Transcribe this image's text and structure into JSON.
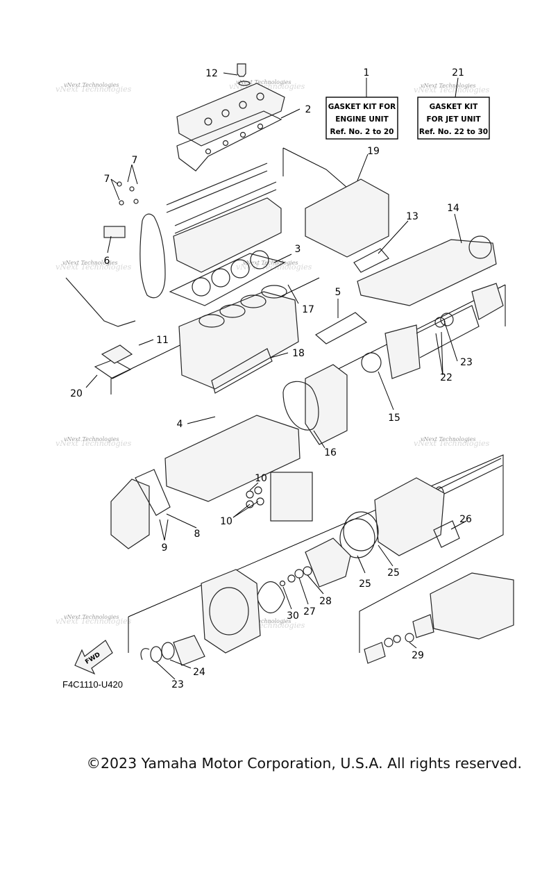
{
  "kits": [
    {
      "ref": "1",
      "lines": [
        "GASKET KIT FOR",
        "ENGINE UNIT",
        "Ref. No. 2 to 20"
      ]
    },
    {
      "ref": "21",
      "lines": [
        "GASKET KIT",
        "FOR JET UNIT",
        "Ref. No. 22 to 30"
      ]
    }
  ],
  "callouts": [
    "12",
    "2",
    "19",
    "7",
    "7",
    "6",
    "13",
    "14",
    "3",
    "17",
    "5",
    "11",
    "18",
    "20",
    "23",
    "22",
    "15",
    "4",
    "16",
    "10",
    "10",
    "8",
    "9",
    "26",
    "25",
    "25",
    "28",
    "27",
    "30",
    "29",
    "24",
    "23"
  ],
  "watermark": "vNext Technologies",
  "fwd_label": "FWD",
  "diagram_code": "F4C1110-U420",
  "copyright": "©2023 Yamaha Motor Corporation, U.S.A. All rights reserved."
}
